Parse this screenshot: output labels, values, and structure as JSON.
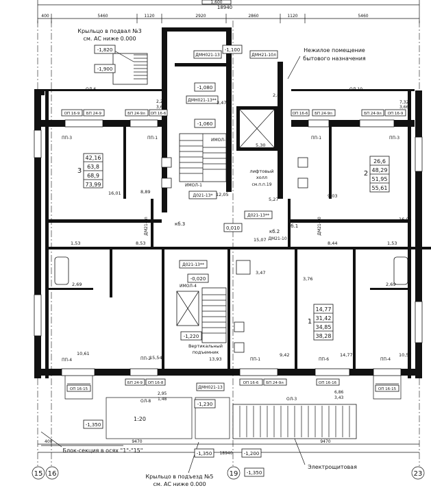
{
  "dimensions_top": {
    "total": "18940",
    "top_box": "1,600",
    "left_edge": "400",
    "segments": [
      "5460",
      "1120",
      "2920",
      "2860",
      "1120",
      "5460"
    ]
  },
  "axes": {
    "left_a": "15",
    "left_b": "16",
    "middle": "19",
    "right": "23"
  },
  "annotations": {
    "porch_basement": "Крыльцо в подвал №3",
    "porch_basement_sub": "см. АС ниже 0.000",
    "non_residential": "Нежилое помещение",
    "non_residential_sub": "бытового назначения",
    "lift_hall": "лифтовый",
    "lift_hall_2": "холл",
    "lift_hall_ref": "см.п.п.19",
    "vertical_lift": "Вертикальный",
    "vertical_lift_2": "подъемник",
    "block_section": "Блок-секция в осях \"1\"-\"15\"",
    "porch_entrance": "Крыльцо в подъезд №5",
    "porch_entrance_sub": "см. АС ниже 0.000",
    "electrical": "Электрощитовая",
    "scale_note": "1:20"
  },
  "level_marks": {
    "l1": "-1,820",
    "l2": "-1,900",
    "l3": "-1,100",
    "l4": "-1,080",
    "l5": "-1,060",
    "l6": "-0,020",
    "l7": "-1,220",
    "l8": "-1,230",
    "l9": "-1,350",
    "l10": "-1,350",
    "l11": "-1,200",
    "l12": "-1,350",
    "l13": "0,010"
  },
  "labels": {
    "dmn_1": "ДМН021-13",
    "dmn_2": "ДМН21-10л",
    "dmn_3": "ДМН021-13**",
    "dmn_4": "ДМН021-13",
    "d_1": "Д021-13*",
    "d_2": "Д021-13**",
    "d_3": "Д021-13**",
    "dm_1": "ДМ21-9п",
    "dm_2": "ДМ21-10",
    "dm_3": "ДМ21-10",
    "kb_1": "кб.3",
    "kb_2": "кб.2",
    "kb_3": "кб.1",
    "ol_1": "ОЛ-6",
    "ol_2": "ОЛ-10",
    "ol_3": "ОЛ-3",
    "pp_1": "ПП-3",
    "pp_2": "ПП-1",
    "pp_3": "ПП-1",
    "pp_4": "ПП-3",
    "pp_5": "ПП-4",
    "pp_6": "ПП-2",
    "pp_7": "ПП-1",
    "pp_8": "ПП-6",
    "pp_9": "ПП-4",
    "imol_1": "ИМОЛ-2",
    "imol_2": "ИМОЛ-1",
    "imol_3": "ИМОЛ-4",
    "op_top_1": "ОП 16-9",
    "bp_top_1": "БП 24-9",
    "bp_top_2": "БП 24-9л",
    "op_top_2": "ОП 16-6",
    "op_top_3": "ОП 16-6",
    "bp_top_3": "БП 24-9п",
    "bp_top_4": "БП 24-9л",
    "op_top_4": "ОП 16-9",
    "op_bot_1": "ОП 16-15",
    "bp_bot_1": "БП 24-9",
    "op_bot_2": "ОП 16-8",
    "op_bot_3": "ОП 16-6",
    "bp_bot_2": "БП 24-9л",
    "op_bot_4": "ОП 16-16",
    "op_bot_5": "ОП 16-15",
    "ol_bot_1": "ОЛ-8",
    "v_224": "2,24",
    "v_362": "3,62",
    "v_732": "7,32",
    "v_366": "3,66",
    "v_295": "2,95",
    "v_148": "1,48",
    "v_686": "6,86",
    "v_343": "3,43"
  },
  "apartments": [
    {
      "no": "3",
      "a": "42,16",
      "b": "63,8",
      "c": "68,9",
      "d": "73,99"
    },
    {
      "no": "2",
      "a": "26,6",
      "b": "48,29",
      "c": "51,95",
      "d": "55,61"
    },
    {
      "no": "1",
      "a": "14,77",
      "b": "31,42",
      "c": "34,85",
      "d": "38,28"
    }
  ],
  "room_areas": {
    "r1": "16,01",
    "r2": "8,89",
    "r3": "12,05",
    "r4": "5,27",
    "r5": "9,03",
    "r6": "16,03",
    "r7": "1,53",
    "r8": "8,53",
    "r9": "15,07",
    "r10": "8,44",
    "r11": "1,53",
    "r12": "2,69",
    "r13": "3,47",
    "r14": "3,76",
    "r15": "2,69",
    "r16": "10,61",
    "r17": "15,54",
    "r18": "13,93",
    "r19": "9,42",
    "r20": "14,77",
    "r21": "10,57",
    "r22": "2,82",
    "r23": "5,30",
    "r24": "3,47"
  },
  "dimensions_bottom": {
    "left": "9470",
    "right": "9470",
    "total": "18940",
    "left_edge": "400"
  }
}
